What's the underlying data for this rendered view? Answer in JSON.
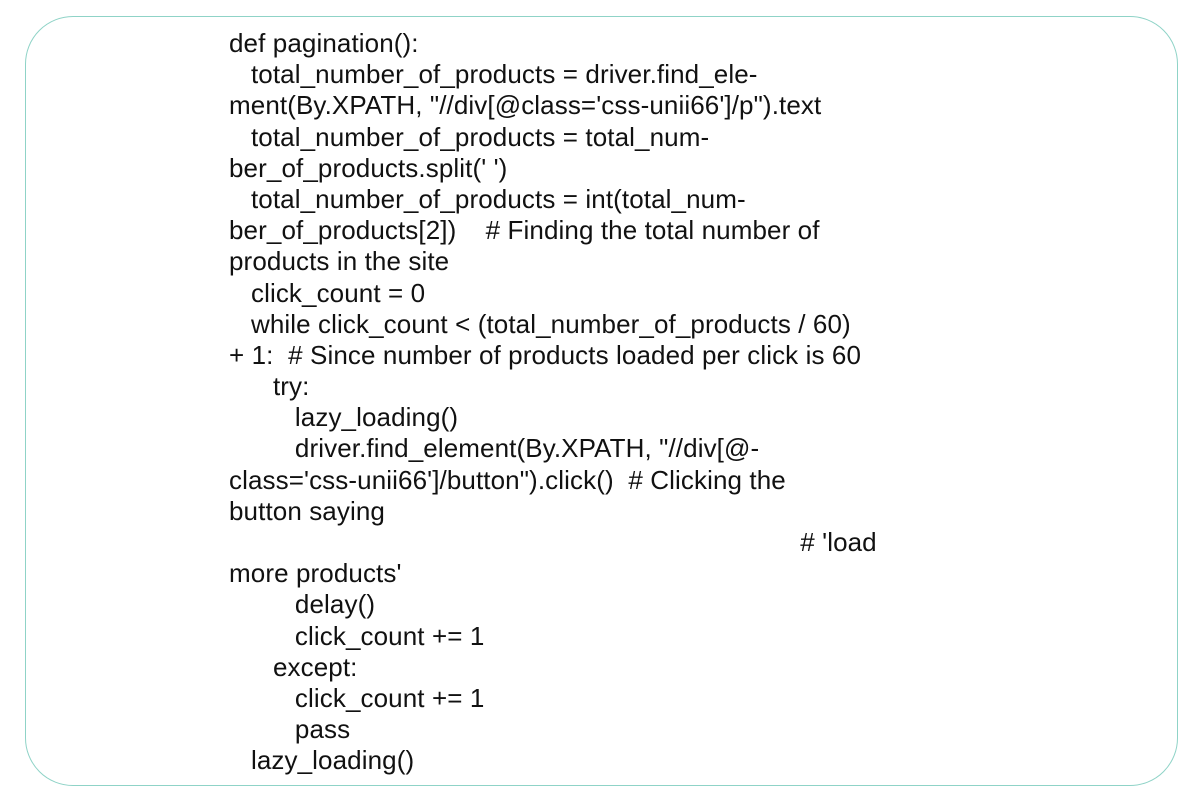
{
  "code_block": {
    "lines": [
      "def pagination():",
      "   total_number_of_products = driver.find_ele-",
      "ment(By.XPATH, \"//div[@class='css-unii66']/p\").text",
      "   total_number_of_products = total_num-",
      "ber_of_products.split(' ')",
      "   total_number_of_products = int(total_num-",
      "ber_of_products[2])    # Finding the total number of",
      "products in the site",
      "   click_count = 0",
      "   while click_count < (total_number_of_products / 60)",
      "+ 1:  # Since number of products loaded per click is 60",
      "      try:",
      "         lazy_loading()",
      "         driver.find_element(By.XPATH, \"//div[@-",
      "class='css-unii66']/button\").click()  # Clicking the",
      "button saying",
      "                                                                              # 'load",
      "more products'",
      "         delay()",
      "         click_count += 1",
      "      except:",
      "         click_count += 1",
      "         pass",
      "   lazy_loading()"
    ]
  },
  "colors": {
    "border": "#8fd3c7",
    "text": "#111111",
    "background": "#ffffff"
  }
}
